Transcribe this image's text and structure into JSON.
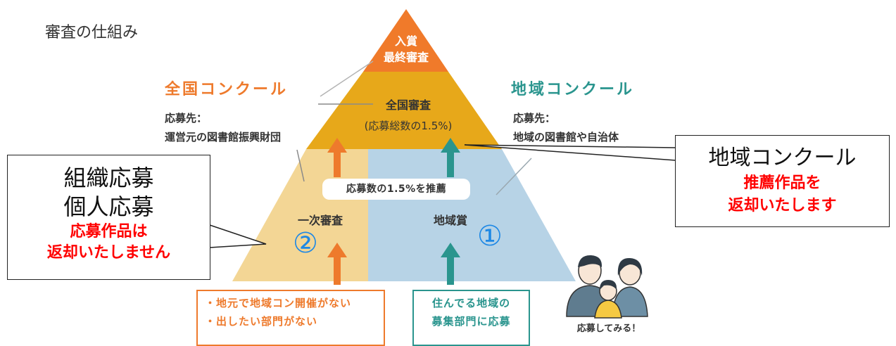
{
  "page_title": "審査の仕組み",
  "colors": {
    "top": "#f07a2a",
    "national": "#e7a81a",
    "primary": "#f3d695",
    "regional": "#b7d3e6",
    "orange_text": "#ee7a2c",
    "teal_text": "#2a958e",
    "blue_number": "#1e88e5",
    "red_text": "#ff0000"
  },
  "pyramid": {
    "top_line1": "入賞",
    "top_line2": "最終審査",
    "national_title": "全国審査",
    "national_sub": "(応募総数の1.5%)",
    "recommend_label": "応募数の1.5%を推薦",
    "primary_label": "一次審査",
    "regional_label": "地域賞"
  },
  "left_side": {
    "title": "全国コンクール",
    "dest_label": "応募先：",
    "dest_value": "運営元の図書館振興財団"
  },
  "right_side": {
    "title": "地域コンクール",
    "dest_label": "応募先：",
    "dest_value": "地域の図書館や自治体"
  },
  "callout_left": {
    "line1": "組織応募",
    "line2": "個人応募",
    "red1": "応募作品は",
    "red2": "返却いたしません"
  },
  "callout_right": {
    "line1": "地域コンクール",
    "red1": "推薦作品を",
    "red2": "返却いたします"
  },
  "numbers": {
    "left": "②",
    "right": "①"
  },
  "bottom_left_box": {
    "line1": "・地元で地域コン開催がない",
    "line2": "・出したい部門がない"
  },
  "bottom_right_box": {
    "line1": "住んでる地域の",
    "line2": "募集部門に応募"
  },
  "family_caption": "応募してみる！"
}
